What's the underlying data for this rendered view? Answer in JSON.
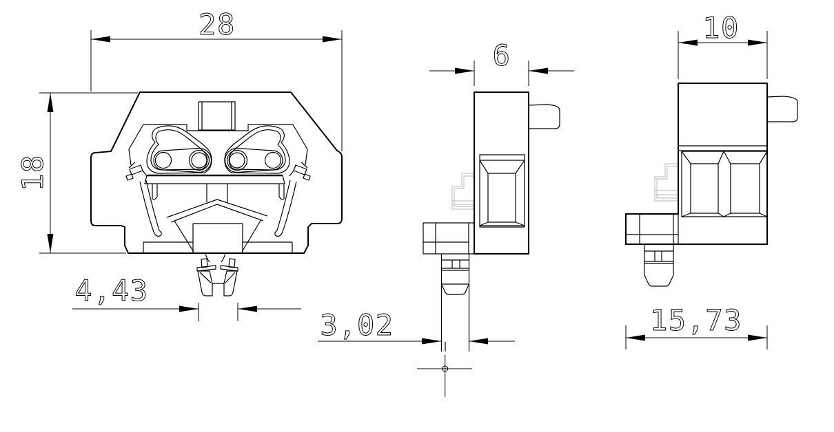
{
  "drawing": {
    "background_color": "#ffffff",
    "line_color": "#000000",
    "hidden_line_color": "#c4c4c4",
    "views": {
      "front": {
        "width": "28",
        "height": "18",
        "snap_foot_width": "4,43"
      },
      "side": {
        "depth": "6",
        "pin_width": "3,02"
      },
      "end": {
        "top_width": "10",
        "overall_width": "15,73"
      }
    }
  }
}
